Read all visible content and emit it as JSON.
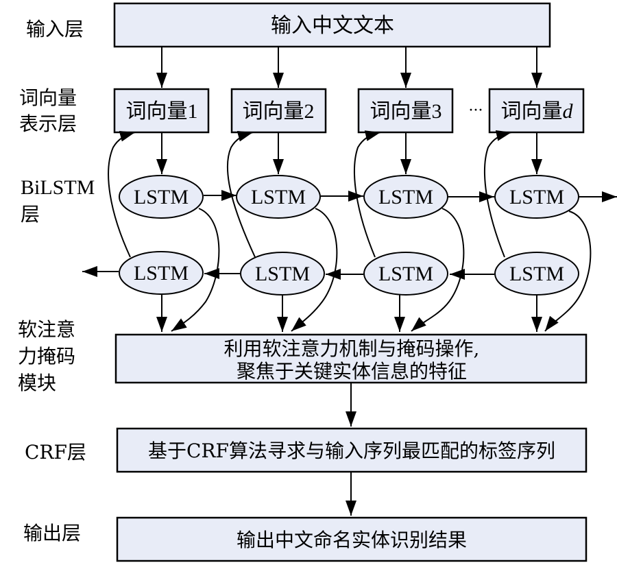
{
  "diagram": {
    "layer_labels": {
      "input": "输入层",
      "embedding_line1": "词向量",
      "embedding_line2": "表示层",
      "bilstm_line1": "BiLSTM",
      "bilstm_line2": "层",
      "attention_line1": "软注意",
      "attention_line2": "力掩码",
      "attention_line3": "模块",
      "crf": "CRF层",
      "output": "输出层"
    },
    "input_box": "输入中文文本",
    "word_vectors": [
      {
        "prefix": "词向量",
        "index": "1"
      },
      {
        "prefix": "词向量",
        "index": "2"
      },
      {
        "prefix": "词向量",
        "index": "3"
      },
      {
        "prefix": "词向量",
        "index": "d"
      }
    ],
    "ellipsis": "···",
    "lstm_label": "LSTM",
    "attention_box_line1": "利用软注意力机制与掩码操作,",
    "attention_box_line2": "聚焦于关键实体信息的特征",
    "crf_box": "基于CRF算法寻求与输入序列最匹配的标签序列",
    "output_box": "输出中文命名实体识别结果",
    "colors": {
      "box_fill": "#e8ecf7",
      "stroke": "#000000"
    }
  }
}
